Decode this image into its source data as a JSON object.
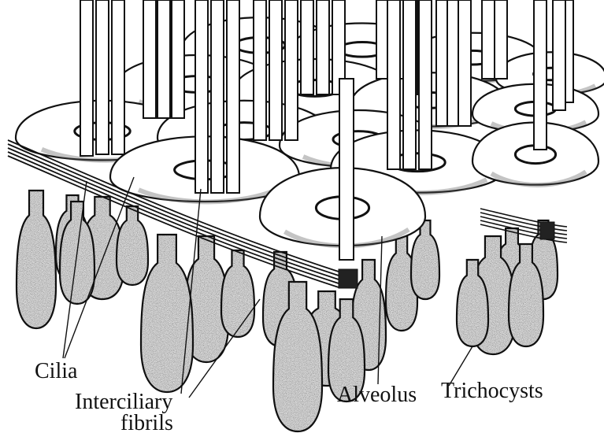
{
  "figure": {
    "labels": {
      "cilia": "Cilia",
      "interciliary_1": "Interciliary",
      "interciliary_2": "fibrils",
      "alveolus": "Alveolus",
      "trichocysts": "Trichocysts"
    },
    "colors": {
      "ink": "#111111",
      "fill_light": "#ffffff",
      "trichocyst_fill": "#e6e6e6",
      "stipple": "#555555"
    }
  }
}
